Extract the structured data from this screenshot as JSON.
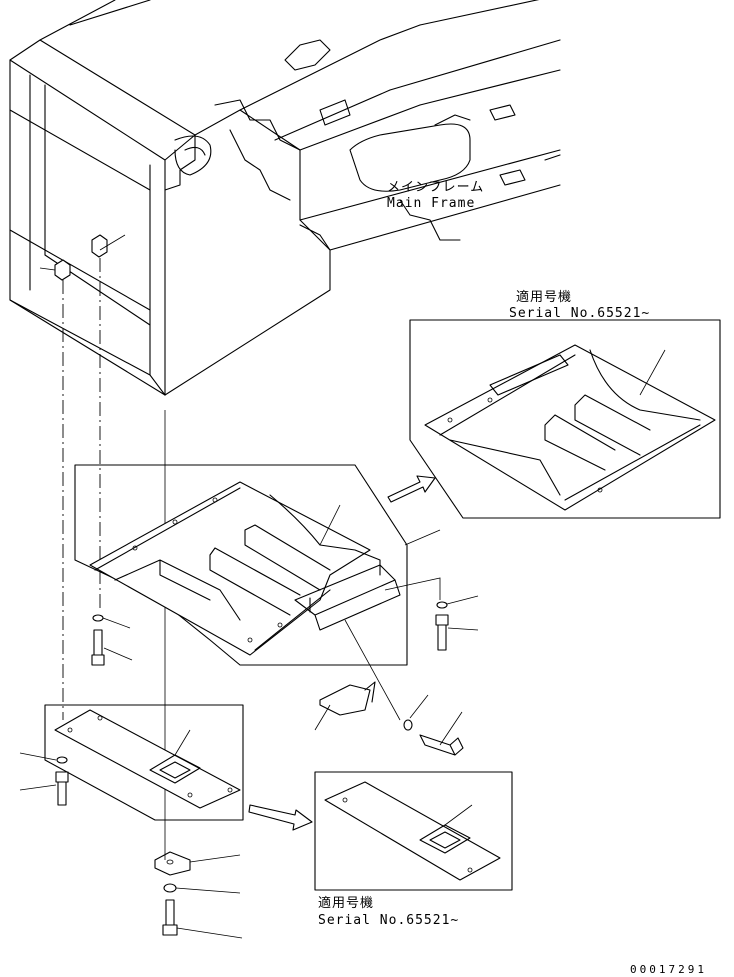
{
  "labels": {
    "main_frame_jp": "メインフレーム",
    "main_frame_en": "Main Frame",
    "serial_jp_1": "適用号機",
    "serial_en_1": "Serial No.65521~",
    "serial_jp_2": "適用号機",
    "serial_en_2": "Serial No.65521~",
    "drawing_number": "00017291"
  }
}
